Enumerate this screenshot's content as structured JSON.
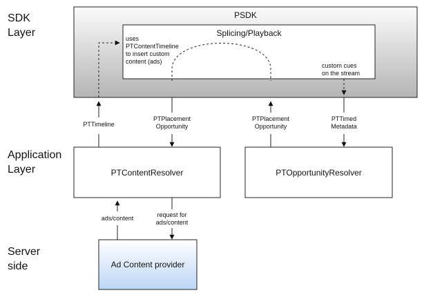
{
  "layers": {
    "sdk": "SDK\nLayer",
    "application": "Application\nLayer",
    "server": "Server\nside"
  },
  "psdk": {
    "title": "PSDK",
    "splicing_title": "Splicing/Playback",
    "note_left": "uses\nPTContentTimeline\nto insert custom\ncontent (ads)",
    "note_right": "custom cues\non the stream"
  },
  "edges": {
    "pttimeline": "PTTimeline",
    "placement_left": "PTPlacement\nOpportunity",
    "placement_right": "PTPlacement\nOpportunity",
    "timed_metadata": "PTTimed\nMetadata",
    "ads_content": "ads/content",
    "request": "request for\nads/content"
  },
  "boxes": {
    "content_resolver": "PTContentResolver",
    "opportunity_resolver": "PTOpportunityResolver",
    "ad_provider": "Ad Content provider"
  },
  "colors": {
    "psdk_top": "#fbfbfb",
    "psdk_bottom": "#b4b4b4",
    "provider_top": "#ffffff",
    "provider_bottom": "#bcd6f6"
  }
}
